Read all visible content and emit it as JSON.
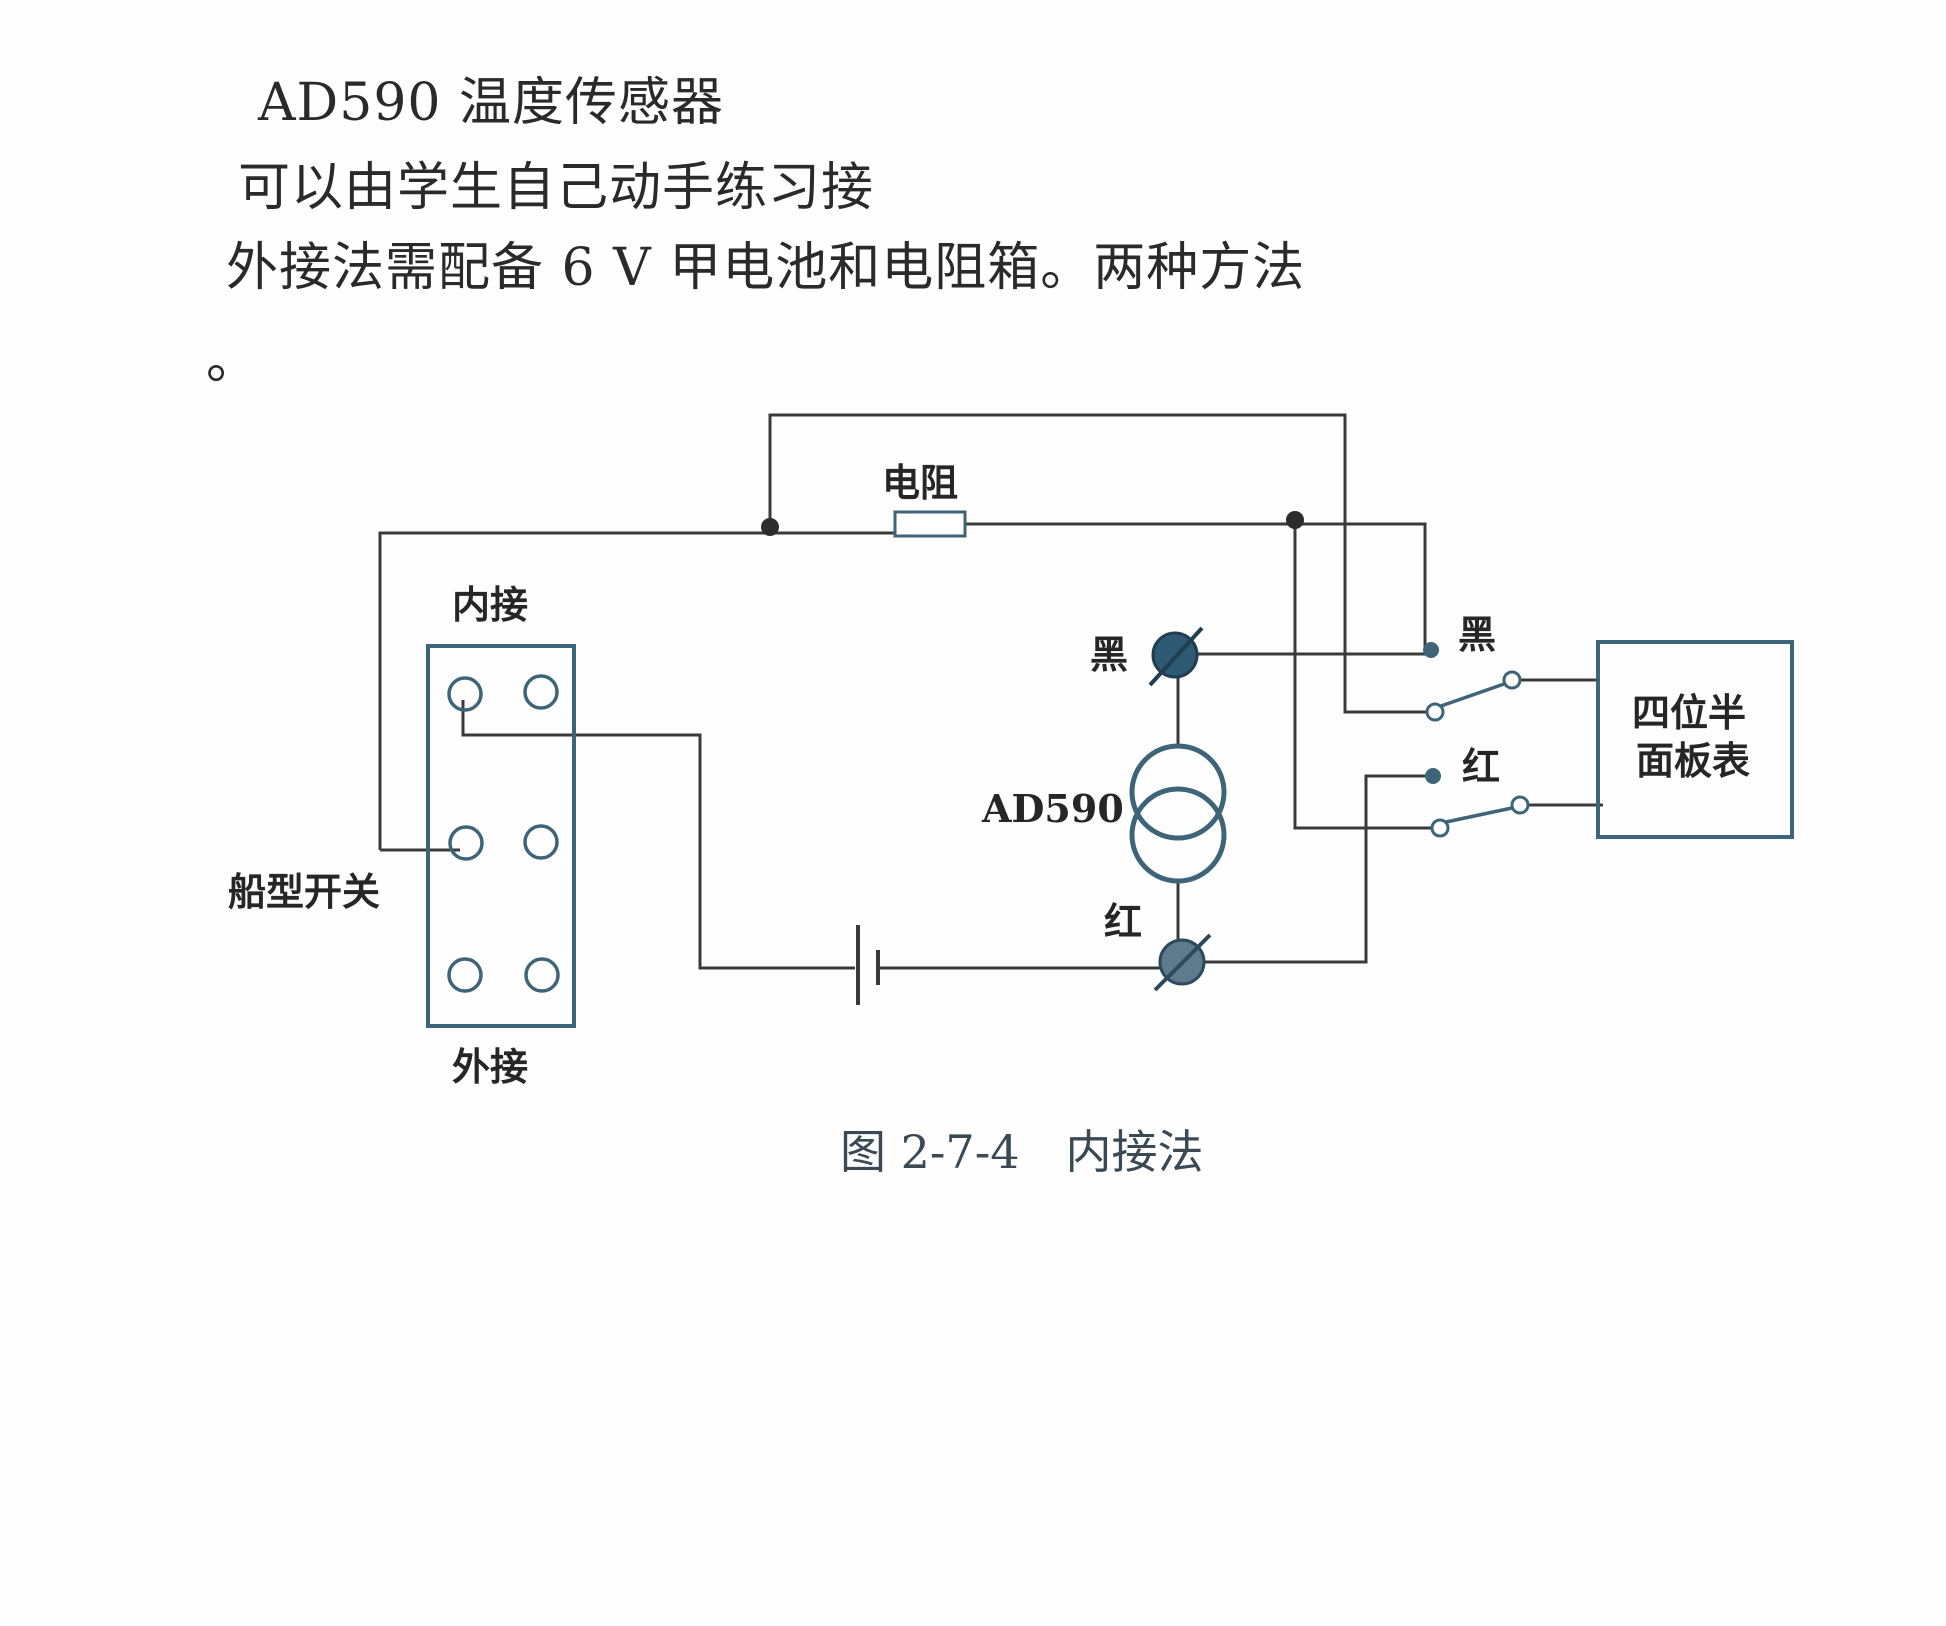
{
  "body_text": {
    "line1": "AD590 温度传感器",
    "line2": "可以由学生自己动手练习接",
    "line3": "外接法需配备 6 V 甲电池和电阻箱。两种方法",
    "line4": "。"
  },
  "diagram": {
    "labels": {
      "resistor": "电阻",
      "inner": "内接",
      "outer": "外接",
      "boat_switch": "船型开关",
      "black_terminal": "黑",
      "red_terminal": "红",
      "sensor": "AD590",
      "switch_black": "黑",
      "switch_red": "红",
      "meter_line1": "四位半",
      "meter_line2": "面板表"
    },
    "colors": {
      "wire": "#3a3a3a",
      "component_blue": "#3d6478",
      "terminal_fill": "#2f5a73"
    }
  },
  "caption": "图 2-7-4　内接法"
}
